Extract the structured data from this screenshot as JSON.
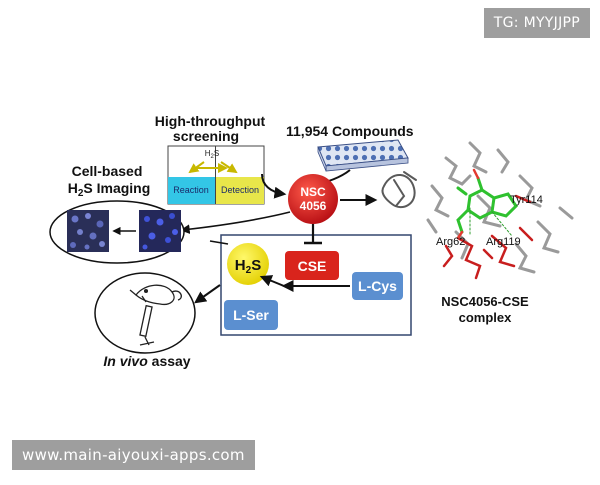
{
  "watermarks": {
    "top": "TG: MYYJJPP",
    "bottom": "www.main-aiyouxi-apps.com"
  },
  "diagram": {
    "screening": {
      "title_line1": "High-throughput",
      "title_line2": "screening",
      "h2s_label_main": "H",
      "h2s_label_sub": "2",
      "h2s_label_end": "S",
      "reaction_label": "Reaction",
      "detection_label": "Detection"
    },
    "compounds_label": "11,954 Compounds",
    "imaging": {
      "line1": "Cell-based",
      "line2_main": "H",
      "line2_sub": "2",
      "line2_end": "S Imaging"
    },
    "hit": {
      "line1": "NSC",
      "line2": "4056"
    },
    "pathway": {
      "h2s_main": "H",
      "h2s_sub": "2",
      "h2s_end": "S",
      "enzyme": "CSE",
      "substrate": "L-Cys",
      "product": "L-Ser"
    },
    "vivo": {
      "italic": "In vivo",
      "rest": " assay"
    },
    "complex": {
      "residue1": "Tyr114",
      "residue2": "Arg62",
      "residue3": "Arg119",
      "caption_line1": "NSC4056-CSE",
      "caption_line2": "complex"
    },
    "colors": {
      "reaction_fill": "#33c6e6",
      "detection_fill": "#e8e64a",
      "hit_red": "#d4121c",
      "enzyme_red": "#d9241c",
      "h2s_yellow": "#f5e500",
      "amino_blue": "#5b8fd0",
      "ligand_green": "#2fc12f"
    }
  }
}
